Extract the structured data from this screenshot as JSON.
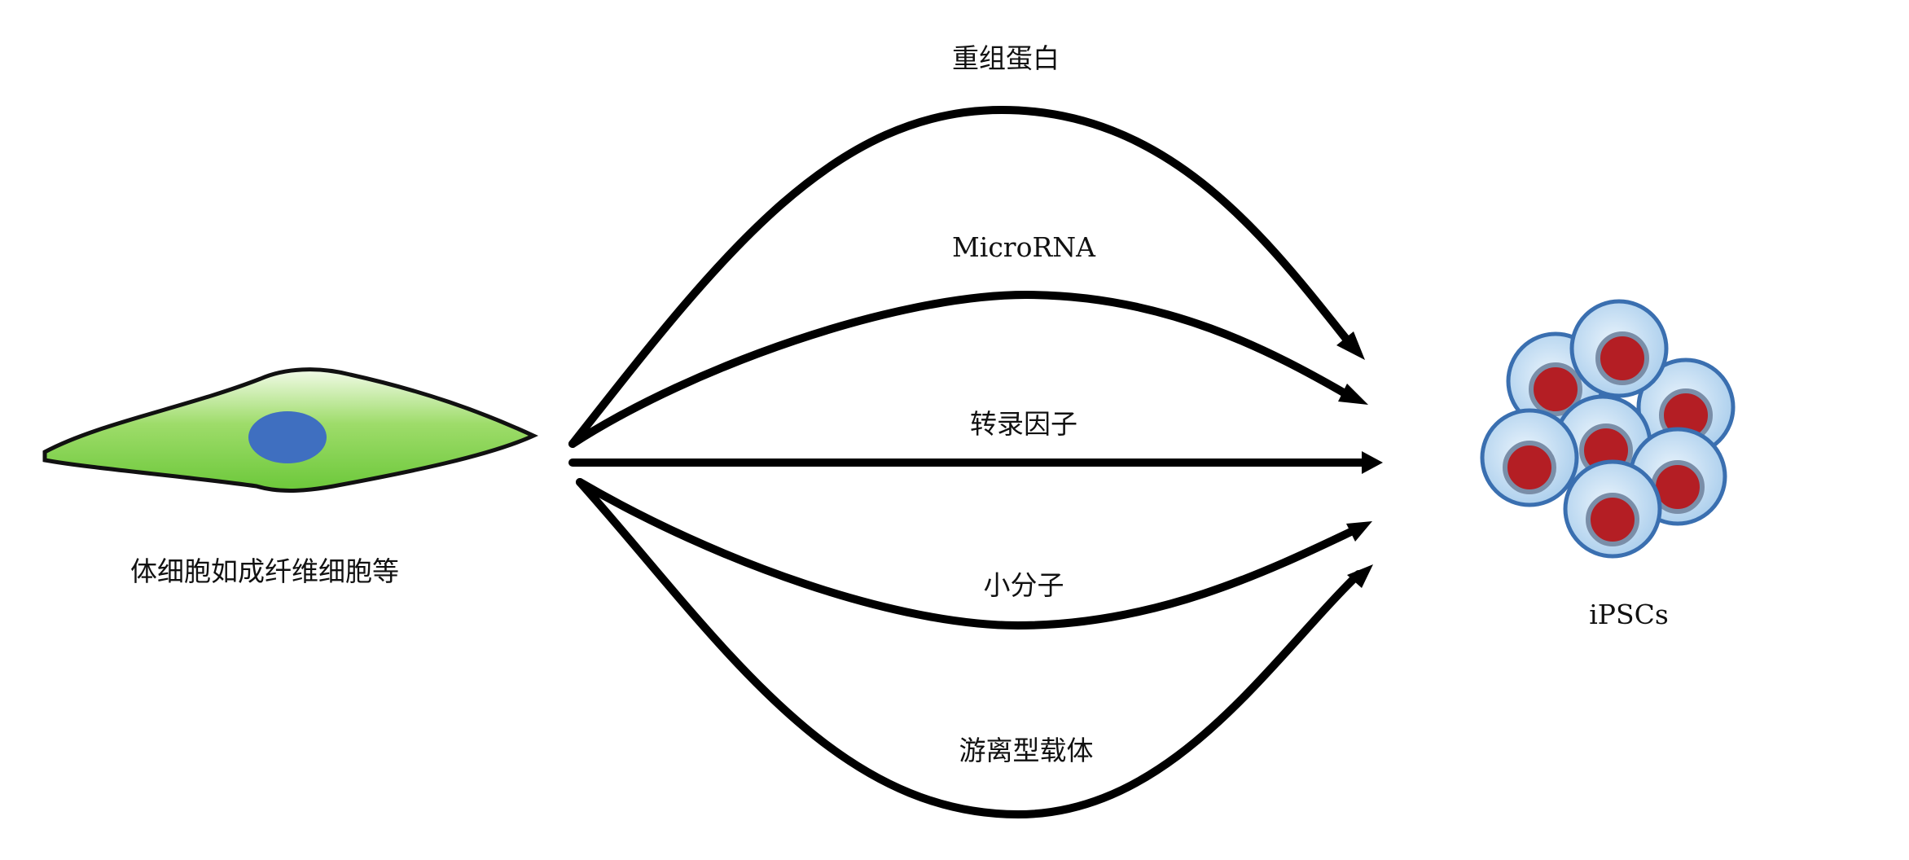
{
  "source": {
    "label": "体细胞如成纤维细胞等"
  },
  "target": {
    "label": "iPSCs"
  },
  "pathways": [
    {
      "label": "重组蛋白"
    },
    {
      "label": "MicroRNA"
    },
    {
      "label": "转录因子"
    },
    {
      "label": "小分子"
    },
    {
      "label": "游离型载体"
    }
  ],
  "colors": {
    "fibroblast_body": "#7fd24a",
    "fibroblast_nucleus": "#3f6fc0",
    "ipsc_cytoplasm": "#bcd8f0",
    "ipsc_membrane": "#3a6fb0",
    "ipsc_nucleus": "#b41e24",
    "ipsc_nucleus_ring": "#7a8ea8",
    "arrow": "#000000"
  }
}
